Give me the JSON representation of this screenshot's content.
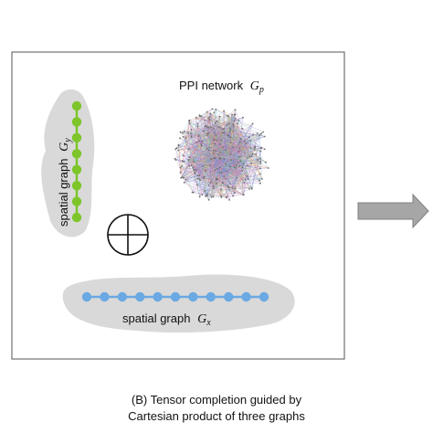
{
  "panel": {
    "ppi_label_text": "PPI network",
    "ppi_label_symbol": "Gp",
    "vertical_graph_text": "spatial graph",
    "vertical_graph_symbol": "Gy",
    "horizontal_graph_text": "spatial graph",
    "horizontal_graph_symbol": "Gx",
    "vertical_node_count": 8,
    "horizontal_node_count": 11
  },
  "caption": {
    "line1": "(B) Tensor completion guided by",
    "line2": "Cartesian product of three graphs"
  },
  "colors": {
    "panel_border": "#555555",
    "cloud": "#d9d9d9",
    "vertical_nodes": "#7dc52a",
    "horizontal_nodes": "#6aa9e3",
    "arrow_fill": "#a6a6a6",
    "arrow_stroke": "#7f7f7f",
    "network_palette": [
      "#d36fae",
      "#8c7fd6",
      "#5fb3c9",
      "#e39a6a",
      "#9bc46a",
      "#c9c9c9",
      "#b07cc6",
      "#7a8fbf"
    ]
  }
}
